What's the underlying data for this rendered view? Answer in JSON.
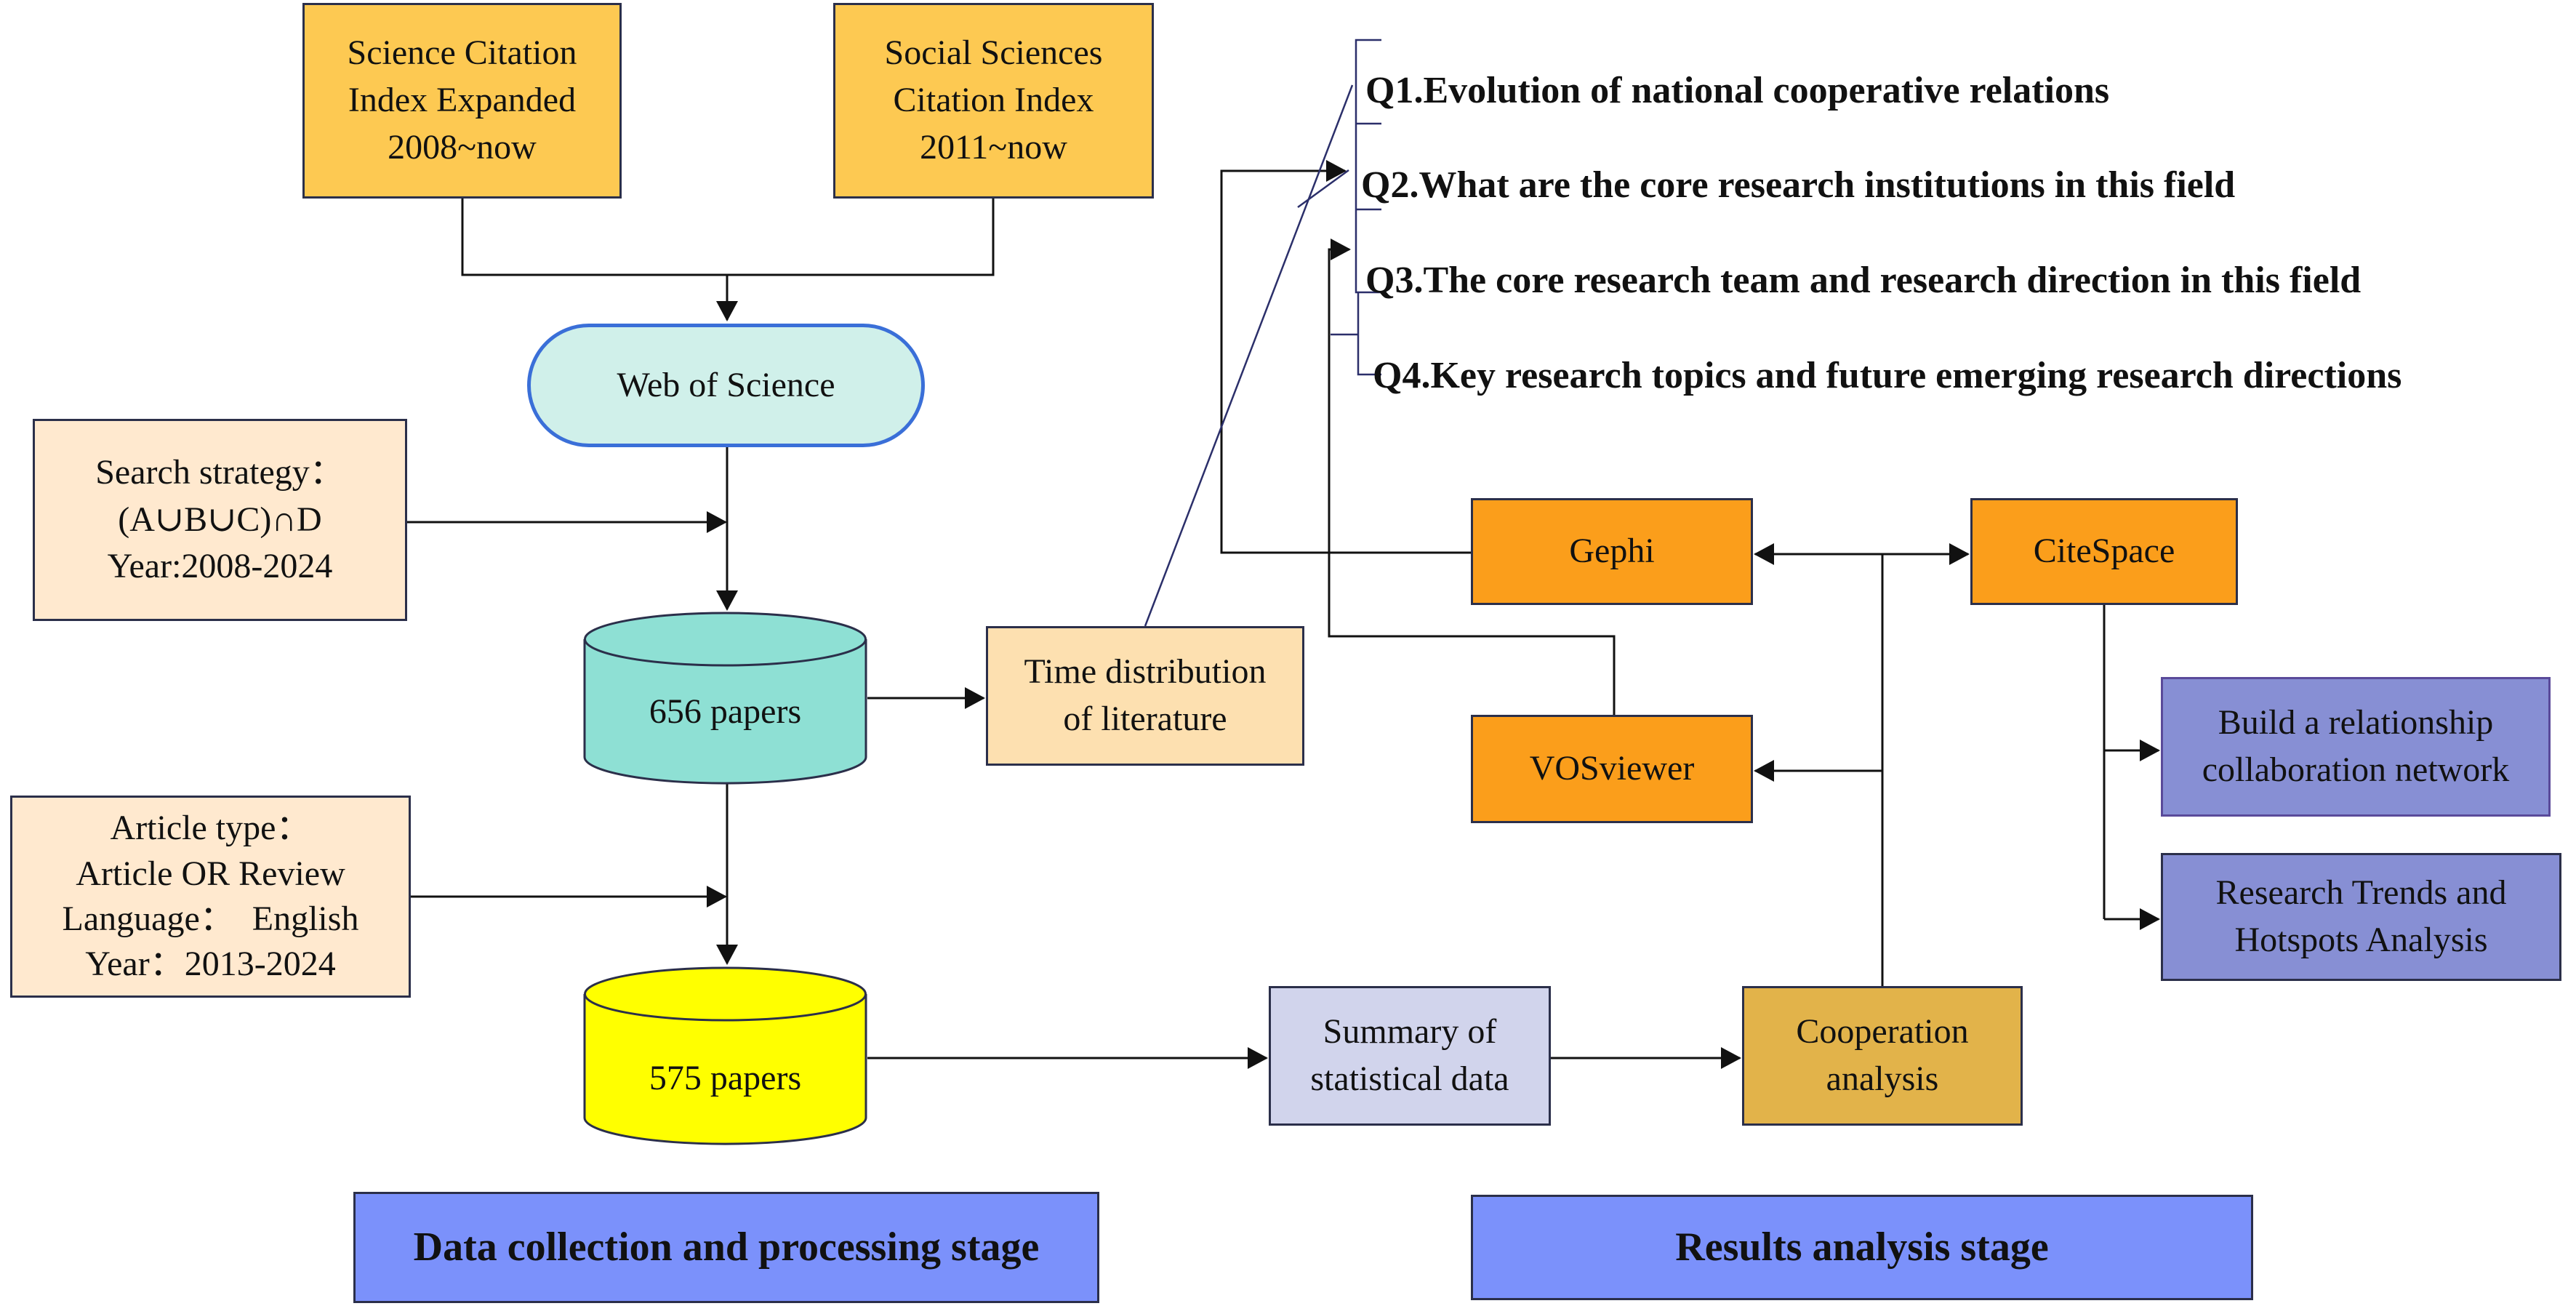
{
  "sources": {
    "sci": [
      "Science Citation",
      "Index Expanded",
      "2008~now"
    ],
    "ssci": [
      "Social Sciences",
      "Citation Index",
      "2011~now"
    ]
  },
  "database": "Web of Science",
  "search_strategy": [
    "Search strategy：",
    "(A∪B∪C)∩D",
    "Year:2008-2024"
  ],
  "papers_initial": "656 papers",
  "time_distribution": [
    "Time distribution",
    "of literature"
  ],
  "filters": [
    "Article type：",
    "Article OR Review",
    "Language：  English",
    "Year：2013-2024"
  ],
  "papers_final": "575 papers",
  "summary": [
    "Summary of",
    "statistical data"
  ],
  "cooperation": [
    "Cooperation",
    "analysis"
  ],
  "tools": {
    "gephi": "Gephi",
    "citespace": "CiteSpace",
    "vosviewer": "VOSviewer"
  },
  "outputs": {
    "network": [
      "Build a relationship",
      "collaboration network"
    ],
    "trends": [
      "Research Trends and",
      "Hotspots Analysis"
    ]
  },
  "questions": [
    "Q1.Evolution of national cooperative relations",
    "Q2.What are the core research institutions in this field",
    "Q3.The core research team and research direction in this field",
    "Q4.Key research topics and future emerging research directions"
  ],
  "stages": {
    "left": "Data collection and processing stage",
    "right": "Results analysis stage"
  },
  "colors": {
    "source_box": "#fdc952",
    "filter_box": "#ffe9cf",
    "database_pill": "#d0f0ea",
    "cylinder_initial": "#8ee0d4",
    "cylinder_final": "#ffff00",
    "tool_box": "#fb9e1b",
    "output_box": "#878fd4",
    "stage_box": "#7b91fb"
  }
}
